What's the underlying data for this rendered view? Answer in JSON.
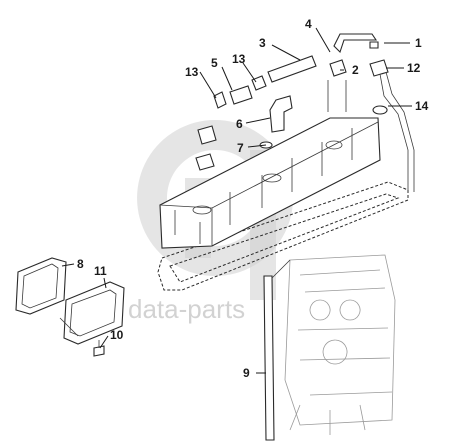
{
  "watermark": {
    "text": "data-parts"
  },
  "callouts": [
    {
      "id": "c1",
      "label": "1"
    },
    {
      "id": "c2",
      "label": "2"
    },
    {
      "id": "c3",
      "label": "3"
    },
    {
      "id": "c4",
      "label": "4"
    },
    {
      "id": "c5",
      "label": "5"
    },
    {
      "id": "c6",
      "label": "6"
    },
    {
      "id": "c7",
      "label": "7"
    },
    {
      "id": "c8",
      "label": "8"
    },
    {
      "id": "c9",
      "label": "9"
    },
    {
      "id": "c10",
      "label": "10"
    },
    {
      "id": "c11",
      "label": "11"
    },
    {
      "id": "c12",
      "label": "12"
    },
    {
      "id": "c13a",
      "label": "13"
    },
    {
      "id": "c13b",
      "label": "13"
    },
    {
      "id": "c14",
      "label": "14"
    }
  ]
}
